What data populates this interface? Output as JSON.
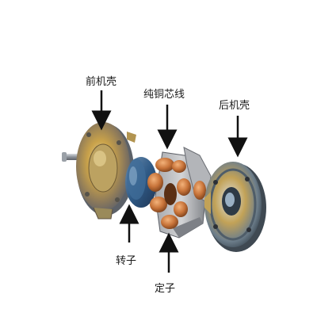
{
  "labels": {
    "front_housing": "前机壳",
    "copper_winding": "纯铜芯线",
    "rear_housing": "后机壳",
    "rotor": "转子",
    "stator": "定子"
  },
  "colors": {
    "text": "#1a1a1a",
    "arrow": "#111111",
    "copper": "#c8743a",
    "steel": "#8e9196",
    "brass": "#c9a24a",
    "blue_tint": "#3a6a9c"
  }
}
